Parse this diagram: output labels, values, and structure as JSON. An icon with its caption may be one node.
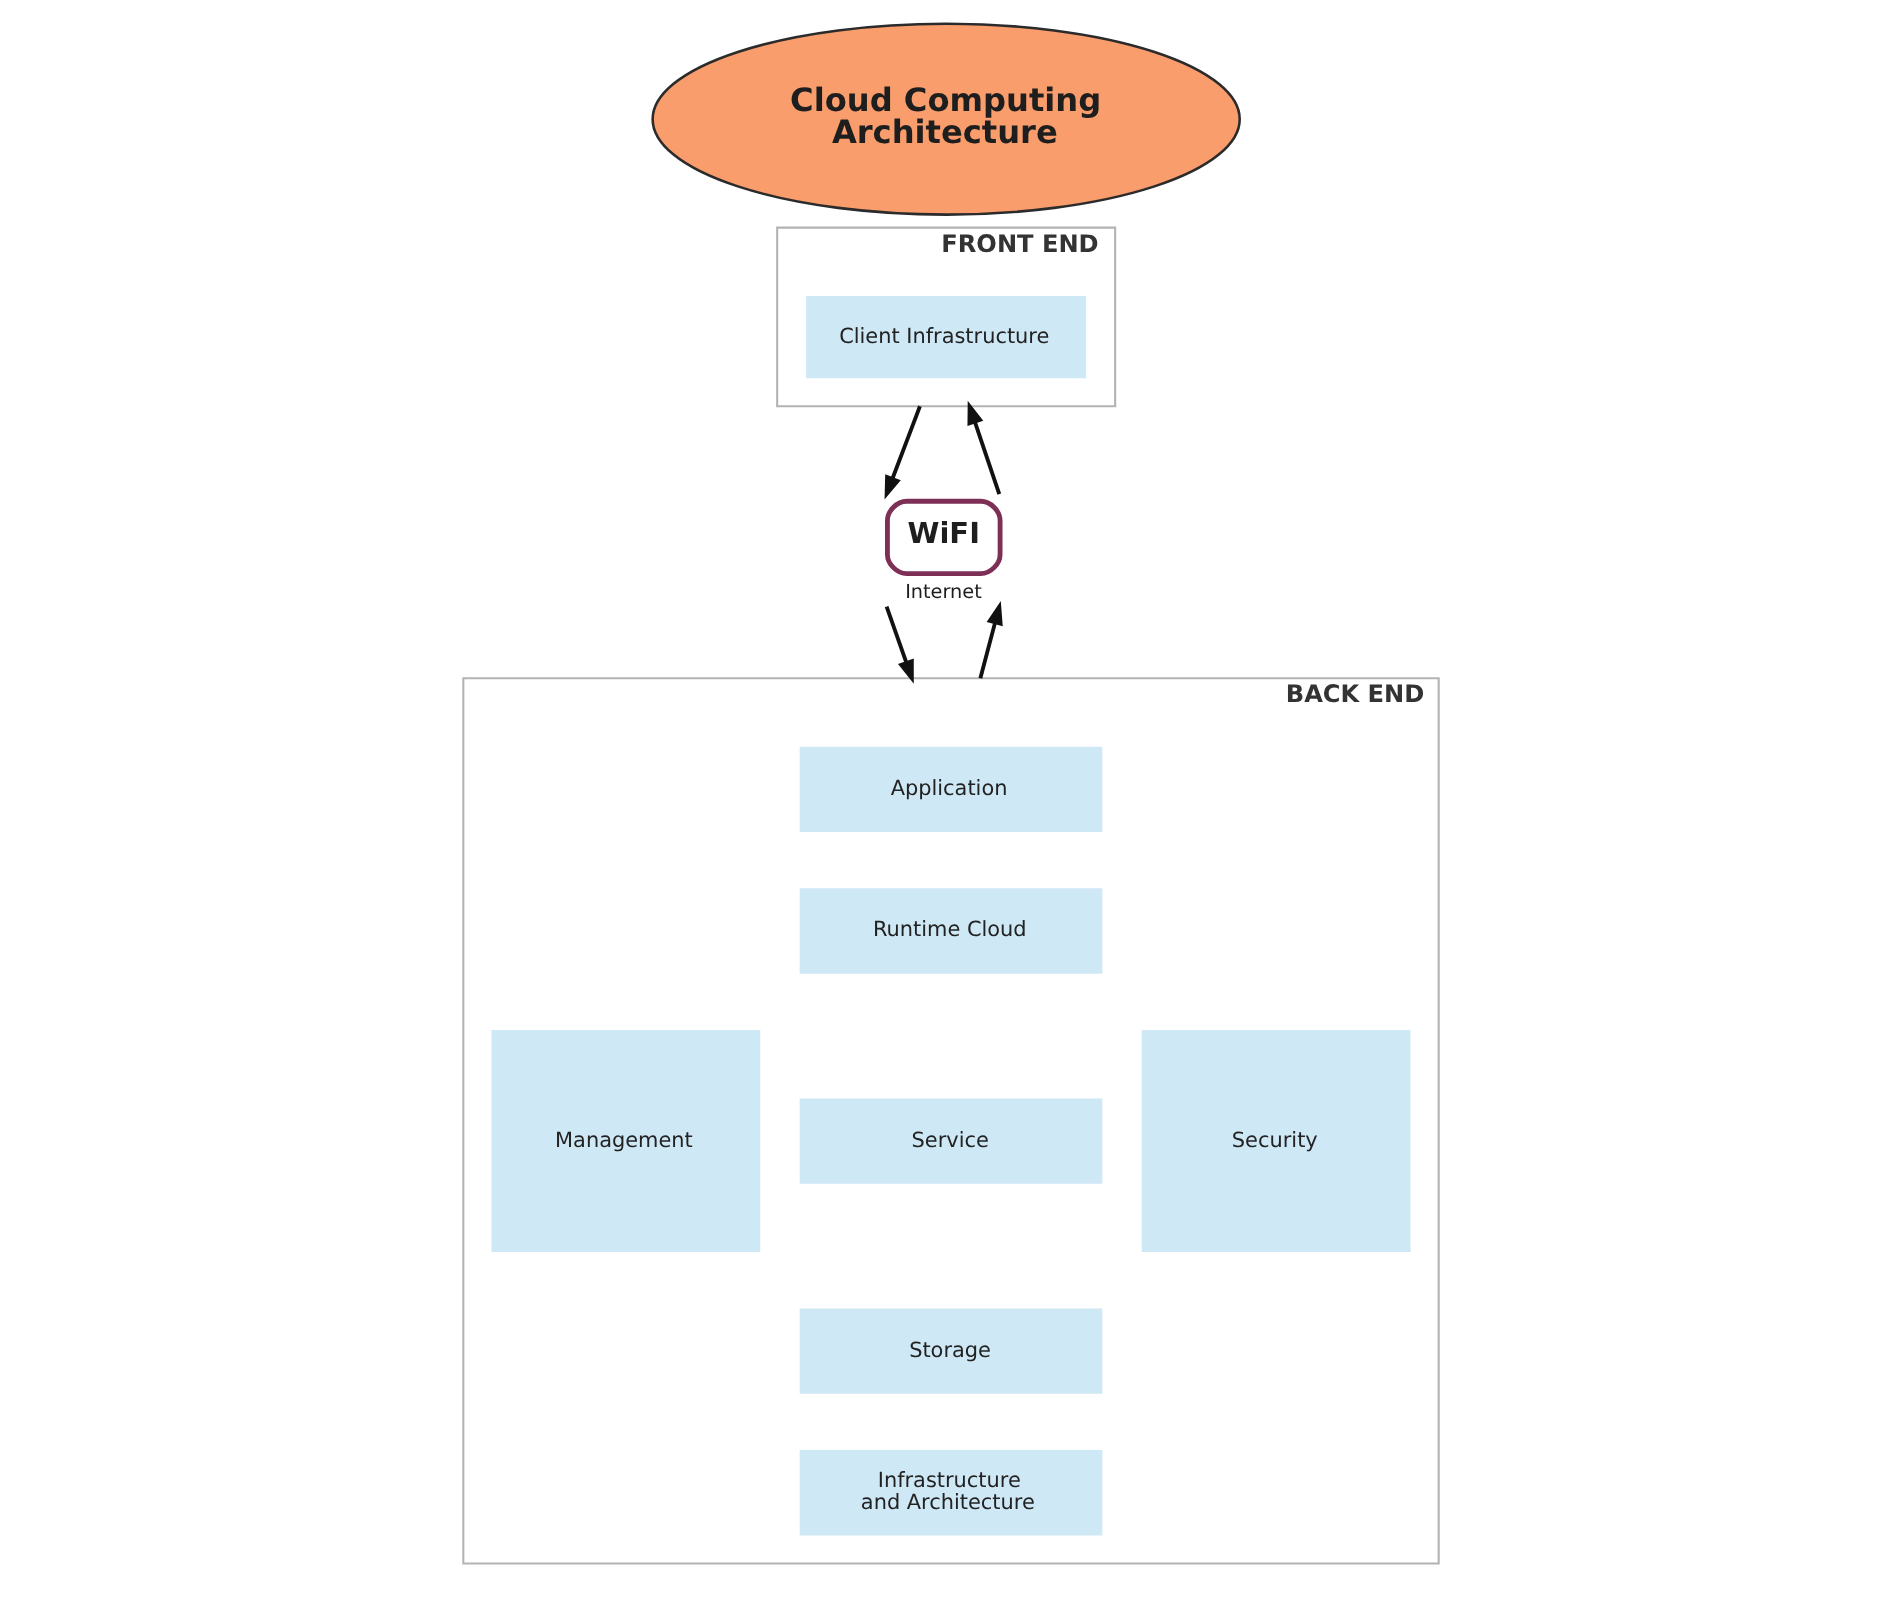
{
  "diagram": {
    "nodes": [
      {
        "text": [
          "Cloud Computing Architecture"
        ]
      },
      {
        "text": [
          "FRONT END"
        ]
      },
      {
        "text": [
          "Client Infrastructure"
        ],
        "in": 1
      },
      {
        "text": [
          "WiFI"
        ],
        "beside": [
          "Internet"
        ]
      },
      {
        "text": [
          "BACK END"
        ]
      },
      {
        "text": [
          "Management"
        ],
        "in": 4
      },
      {
        "text": [
          "Application"
        ],
        "in": 4
      },
      {
        "text": [
          "Runtime Cloud"
        ],
        "in": 4
      },
      {
        "text": [
          "Service"
        ],
        "in": 4
      },
      {
        "text": [
          "Storage"
        ],
        "in": 4
      },
      {
        "text": [
          "Infrastructure and Architecture"
        ],
        "in": 4
      },
      {
        "text": [
          "Security"
        ],
        "in": 4
      }
    ],
    "edges": [
      {
        "from": 1,
        "to": 3,
        "arrow": "to"
      },
      {
        "from": 3,
        "to": 1,
        "arrow": "to"
      },
      {
        "from": 3,
        "to": 4,
        "arrow": "to"
      },
      {
        "from": 4,
        "to": 3,
        "arrow": "to"
      }
    ]
  }
}
